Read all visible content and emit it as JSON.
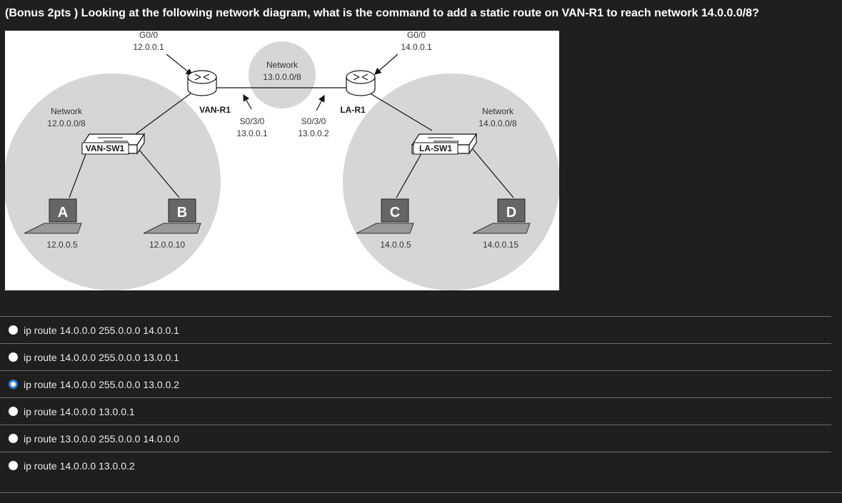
{
  "question": {
    "text": "(Bonus 2pts ) Looking at the following network diagram, what is the command to add a static route on VAN-R1 to reach network 14.0.0.0/8?"
  },
  "diagram": {
    "left_network": {
      "label": "Network",
      "addr": "12.0.0.0/8"
    },
    "mid_network": {
      "label": "Network",
      "addr": "13.0.0.0/8"
    },
    "right_network": {
      "label": "Network",
      "addr": "14.0.0.0/8"
    },
    "van_r1": {
      "name": "VAN-R1",
      "g_if": "G0/0",
      "g_ip": "12.0.0.1",
      "s_if": "S0/3/0",
      "s_ip": "13.0.0.1"
    },
    "la_r1": {
      "name": "LA-R1",
      "g_if": "G0/0",
      "g_ip": "14.0.0.1",
      "s_if": "S0/3/0",
      "s_ip": "13.0.0.2"
    },
    "van_sw1": {
      "name": "VAN-SW1"
    },
    "la_sw1": {
      "name": "LA-SW1"
    },
    "hosts": [
      {
        "letter": "A",
        "ip": "12.0.0.5"
      },
      {
        "letter": "B",
        "ip": "12.0.0.10"
      },
      {
        "letter": "C",
        "ip": "14.0.0.5"
      },
      {
        "letter": "D",
        "ip": "14.0.0.15"
      }
    ]
  },
  "options": [
    {
      "label": "ip route 14.0.0.0 255.0.0.0 14.0.0.1",
      "selected": false
    },
    {
      "label": "ip route 14.0.0.0 255.0.0.0 13.0.0.1",
      "selected": false
    },
    {
      "label": "ip route 14.0.0.0 255.0.0.0 13.0.0.2",
      "selected": true
    },
    {
      "label": "ip route 14.0.0.0 13.0.0.1",
      "selected": false
    },
    {
      "label": "ip route 13.0.0.0 255.0.0.0 14.0.0.0",
      "selected": false
    },
    {
      "label": "ip route 14.0.0.0 13.0.0.2",
      "selected": false
    }
  ],
  "colors": {
    "background": "#1f1f1f",
    "radio_selected": "#2f7fd6",
    "network_bubble": "#d6d6d6",
    "device": "#ffffff"
  },
  "icons": [
    "router-icon",
    "switch-icon",
    "laptop-icon",
    "radio-icon"
  ]
}
